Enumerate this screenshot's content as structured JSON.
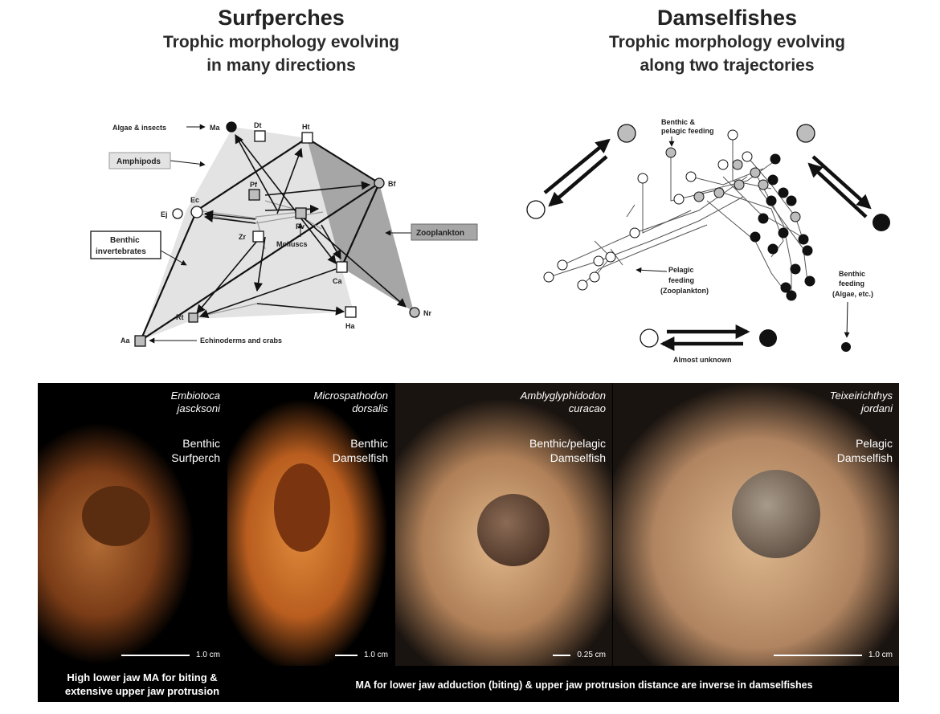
{
  "left_header": {
    "title": "Surfperches",
    "subtitle_line1": "Trophic morphology evolving",
    "subtitle_line2": "in many directions"
  },
  "right_header": {
    "title": "Damselfishes",
    "subtitle_line1": "Trophic morphology evolving",
    "subtitle_line2": "along two trajectories"
  },
  "surfperch_diagram": {
    "nodes": {
      "Ma": "Ma",
      "Dt": "Dt",
      "Ht": "Ht",
      "Bf": "Bf",
      "Pf": "Pf",
      "Ec": "Ec",
      "Ej": "Ej",
      "Zr": "Zr",
      "Pv": "Pv",
      "Ca": "Ca",
      "Rt": "Rt",
      "Aa": "Aa",
      "Ha": "Ha",
      "Nr": "Nr"
    },
    "annotations": {
      "algae_insects": "Algae & insects",
      "amphipods": "Amphipods",
      "zooplankton": "Zooplankton",
      "benthic_inv_line1": "Benthic",
      "benthic_inv_line2": "invertebrates",
      "molluscs": "Molluscs",
      "echinoderms": "Echinoderms and crabs"
    },
    "colors": {
      "hull_light": "#e3e3e3",
      "hull_dark": "#a6a6a6",
      "box_fill": "#bdbdbd"
    }
  },
  "damselfish_diagram": {
    "annotations": {
      "benthic_pelagic_line1": "Benthic &",
      "benthic_pelagic_line2": "pelagic feeding",
      "pelagic_line1": "Pelagic",
      "pelagic_line2": "feeding",
      "pelagic_line3": "(Zooplankton)",
      "benthic_line1": "Benthic",
      "benthic_line2": "feeding",
      "benthic_line3": "(Algae, etc.)",
      "almost_unknown": "Almost unknown"
    },
    "colors": {
      "pelagic": "#ffffff",
      "intermediate": "#bdbdbd",
      "benthic": "#111111"
    }
  },
  "photo_panels": [
    {
      "species_line1": "Embiotoca",
      "species_line2": "jascksoni",
      "role_line1": "Benthic",
      "role_line2": "Surfperch",
      "scale": "1.0 cm",
      "color": "#8a4a1f"
    },
    {
      "species_line1": "Microspathodon",
      "species_line2": "dorsalis",
      "role_line1": "Benthic",
      "role_line2": "Damselfish",
      "scale": "1.0 cm",
      "color": "#c8702a"
    },
    {
      "species_line1": "Amblyglyphidodon",
      "species_line2": "curacao",
      "role_line1": "Benthic/pelagic",
      "role_line2": "Damselfish",
      "scale": "0.25 cm",
      "color": "#c9a37c"
    },
    {
      "species_line1": "Teixeirichthys",
      "species_line2": "jordani",
      "role_line1": "Pelagic",
      "role_line2": "Damselfish",
      "scale": "1.0 cm",
      "color": "#c99a6a"
    }
  ],
  "captions": {
    "left_line1": "High lower jaw MA for biting &",
    "left_line2": "extensive upper jaw protrusion",
    "right": "MA for lower jaw adduction (biting) & upper jaw protrusion distance are inverse in damselfishes"
  }
}
